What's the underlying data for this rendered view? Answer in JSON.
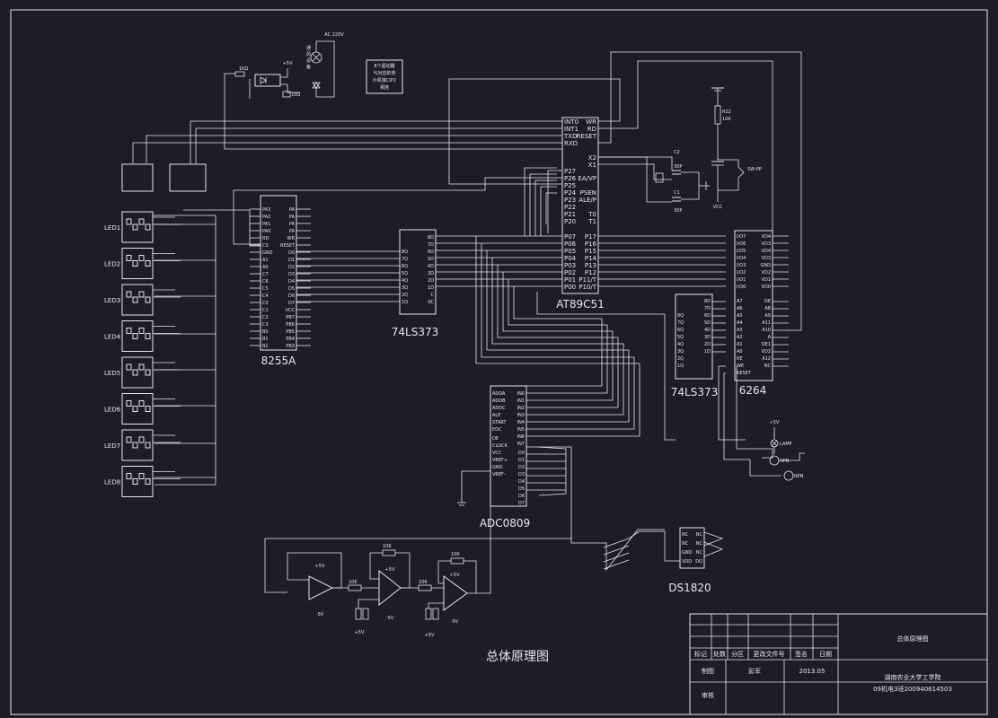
{
  "title": "总体原理图",
  "chips": {
    "mcu": "AT89C51",
    "ppi": "8255A",
    "latch1": "74LS373",
    "latch2": "74LS373",
    "ram": "6264",
    "adc": "ADC0809",
    "sensor": "DS1820"
  },
  "note": [
    "8个驱动器",
    "与对应的单",
    "片机接口P2",
    "相连"
  ],
  "supply": {
    "ac": "AC 220V",
    "plus5": "+5V",
    "vcc": "VCC",
    "minus5": "-5V"
  },
  "labels": {
    "fan": [
      "通",
      "风",
      "设",
      "备"
    ],
    "r_opto": "1KΩ",
    "r_load": "10Ω",
    "r_reset": "R22",
    "r_reset_val": "10K",
    "c2": "C2",
    "c2_val": "30P",
    "c1": "C1",
    "c1_val": "30P",
    "sw": "SW-PP",
    "lamp": "LAMP",
    "npn1": "NPN",
    "npn2": "NPN",
    "r10k": "10K"
  },
  "leds": [
    "LED1",
    "LED2",
    "LED3",
    "LED4",
    "LED5",
    "LED6",
    "LED7",
    "LED8"
  ],
  "pins": {
    "mcu_left": [
      "INT0",
      "INT1",
      "TXD",
      "RXD"
    ],
    "mcu_right": [
      "WR",
      "RD",
      "RESET"
    ],
    "mcu_p2": [
      "P27",
      "P26",
      "P25",
      "P24",
      "P23",
      "P22",
      "P21",
      "P20"
    ],
    "mcu_p2r": [
      "EA/VP",
      "PSEN",
      "ALE/P",
      "T0",
      "T1"
    ],
    "mcu_xtal": [
      "X2",
      "X1"
    ],
    "mcu_p0": [
      "P07",
      "P06",
      "P05",
      "P04",
      "P03",
      "P02",
      "P01",
      "P00"
    ],
    "mcu_p1": [
      "P17",
      "P16",
      "P15",
      "P14",
      "P13",
      "P12",
      "P11/T",
      "P10/T"
    ],
    "ppi_left": [
      "PA3",
      "PA2",
      "PA1",
      "PA0",
      "RD",
      "CS",
      "GND",
      "A1",
      "A0",
      "C7",
      "C6",
      "C5",
      "C4",
      "C0",
      "C1",
      "C2",
      "C3",
      "B0",
      "B1",
      "B2"
    ],
    "ppi_right": [
      "PA",
      "PA",
      "PA",
      "PA",
      "WR",
      "RESET",
      "D0",
      "D1",
      "D2",
      "D3",
      "D4",
      "D5",
      "D6",
      "D7",
      "VCC",
      "PB7",
      "PB6",
      "PB5",
      "PB4",
      "PB3"
    ],
    "latch1_left": [
      "8Q",
      "7Q",
      "6Q",
      "5Q",
      "4Q",
      "3Q",
      "2Q",
      "1Q"
    ],
    "latch1_right": [
      "8D",
      "7D",
      "6D",
      "5D",
      "4D",
      "3D",
      "2D",
      "1D",
      "C",
      "0C"
    ],
    "latch2_left": [
      "8Q",
      "7Q",
      "6Q",
      "5Q",
      "4Q",
      "3Q",
      "2Q",
      "1Q"
    ],
    "latch2_right": [
      "8D",
      "7D",
      "6D",
      "5D",
      "4D",
      "3D",
      "2D",
      "1D"
    ],
    "ram_left": [
      "I/O7",
      "I/O6",
      "I/O5",
      "I/O4",
      "I/O3",
      "I/O2",
      "I/O1",
      "I/O0",
      "A7",
      "A6",
      "A5",
      "A4",
      "A3",
      "A2",
      "A1",
      "A0",
      "RE",
      "WE",
      "RESET"
    ],
    "ram_right": [
      "VD4",
      "VD3",
      "VD4",
      "VD3",
      "GND",
      "VD2",
      "VD1",
      "VD0",
      "OE",
      "A8",
      "A9",
      "A11",
      "A10",
      "A",
      "OE1",
      "VD2",
      "A12",
      "NC"
    ],
    "adc_left": [
      "ADDA",
      "ADDB",
      "ADDC",
      "ALE",
      "START",
      "EOC",
      "OE",
      "CLOCK",
      "VCC",
      "VREF+",
      "GND",
      "VREF-"
    ],
    "adc_right": [
      "IN0",
      "IN1",
      "IN2",
      "IN3",
      "IN4",
      "IN5",
      "IN6",
      "IN7",
      "D0",
      "D1",
      "D2",
      "D3",
      "D4",
      "D5",
      "D6",
      "D7"
    ],
    "ds_left": [
      "NC",
      "NC",
      "GND",
      "VDD"
    ],
    "ds_right": [
      "NC",
      "NC",
      "NC",
      "DQ"
    ]
  },
  "title_block": {
    "drawing_title": "总体原理图",
    "headers": [
      "标记",
      "处数",
      "分区",
      "更改文件号",
      "签名",
      "日期"
    ],
    "made_by_label": "制图",
    "made_by": "彭军",
    "date": "2013.05",
    "review_label": "审核",
    "school": "湖南农业大学工学院",
    "class_id": "09机电3班200940614503"
  }
}
